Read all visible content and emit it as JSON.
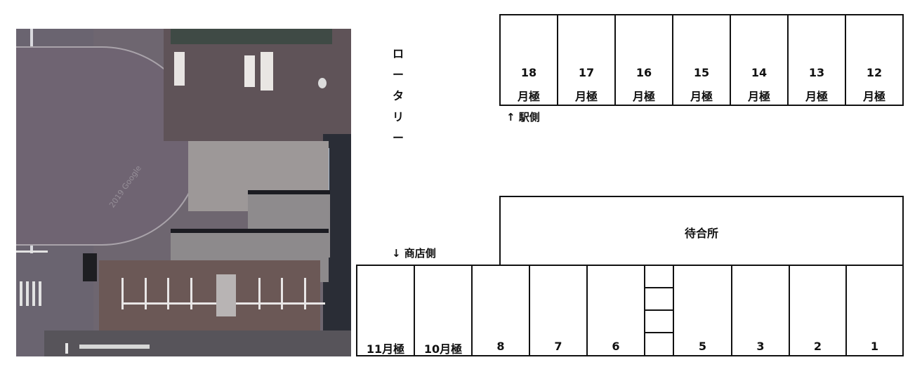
{
  "aerial_photo": {
    "alt": "aerial view of station rotary and bicycle parking",
    "watermark": "2019 Google"
  },
  "labels": {
    "rotary_vertical": [
      "ロ",
      "ー",
      "タ",
      "リ",
      "ー"
    ],
    "station_side": "↑ 駅側",
    "shop_side": "↓ 商店側",
    "waiting_room": "待合所"
  },
  "top_row": [
    {
      "number": "18",
      "type": "月極"
    },
    {
      "number": "17",
      "type": "月極"
    },
    {
      "number": "16",
      "type": "月極"
    },
    {
      "number": "15",
      "type": "月極"
    },
    {
      "number": "14",
      "type": "月極"
    },
    {
      "number": "13",
      "type": "月極"
    },
    {
      "number": "12",
      "type": "月極"
    }
  ],
  "bottom_row": [
    {
      "label": "11月極"
    },
    {
      "label": "10月極"
    },
    {
      "label": "8"
    },
    {
      "label": "7"
    },
    {
      "label": "6"
    },
    {
      "label": "",
      "kind": "stairs"
    },
    {
      "label": "5"
    },
    {
      "label": "3"
    },
    {
      "label": "2"
    },
    {
      "label": "1"
    }
  ],
  "colors": {
    "line": "#111111",
    "background": "#ffffff"
  }
}
